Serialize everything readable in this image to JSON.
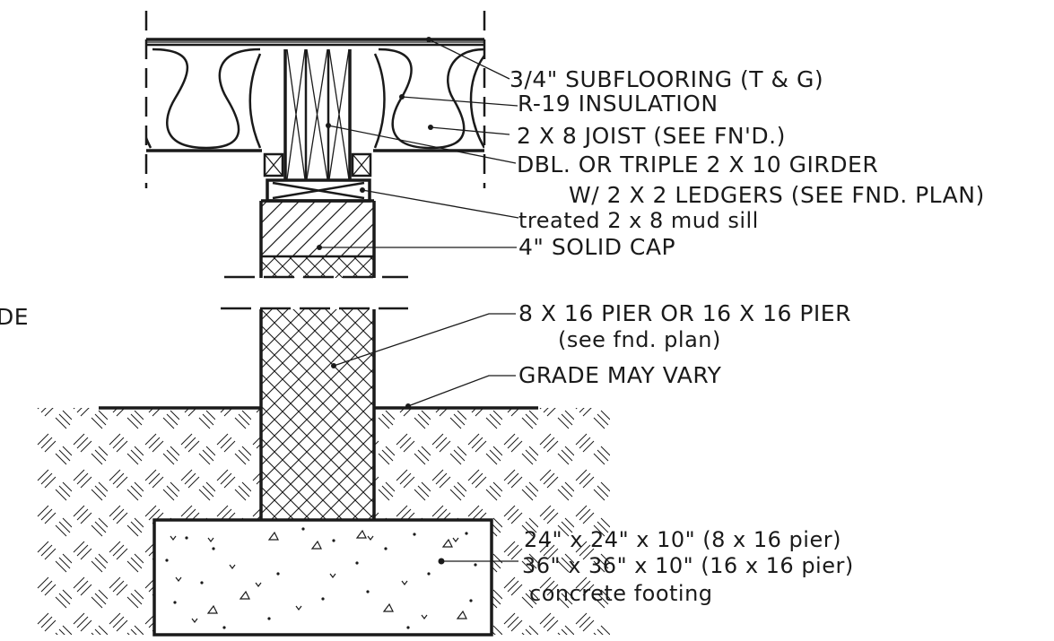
{
  "labels": {
    "subflooring": "3/4\" SUBFLOORING (T & G)",
    "insulation": "R-19 INSULATION",
    "joist": "2 X 8 JOIST (SEE FN'D.)",
    "girder_line1": "DBL. OR TRIPLE 2 X 10 GIRDER",
    "girder_line2": "W/ 2 X 2 LEDGERS (SEE FND. PLAN)",
    "mud_sill": "treated 2 x 8 mud sill",
    "solid_cap": "4\" SOLID CAP",
    "pier_line1": "8 X 16 PIER OR 16 X 16 PIER",
    "pier_line2": "(see fnd. plan)",
    "grade": "GRADE MAY VARY",
    "footing_line1": "24\" x 24\" x 10\" (8 x 16 pier)",
    "footing_line2": "36\" x 36\" x 10\" (16 x 16 pier)",
    "footing_line3": "concrete footing",
    "edge_fragment": "DE"
  },
  "colors": {
    "ink": "#1a1a1a",
    "paper": "#ffffff"
  }
}
